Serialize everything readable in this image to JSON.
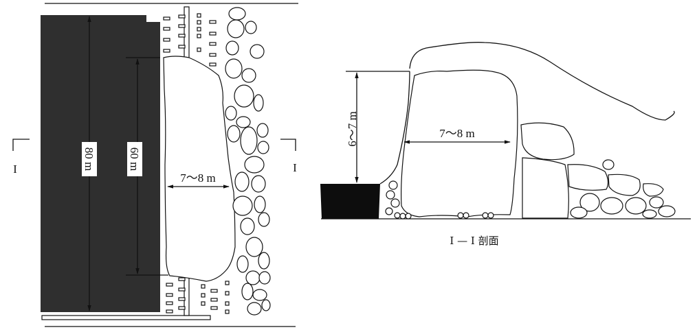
{
  "plan_view": {
    "label_80m": "80 m",
    "label_60m": "60 m",
    "label_width": "7～8 m",
    "section_mark_left": "I",
    "section_mark_right": "I"
  },
  "section_view": {
    "label_height": "6～7 m",
    "label_width": "7～8 m",
    "caption": "I — I 剖面"
  },
  "colors": {
    "coal": "#2a2a2a",
    "line": "#111111"
  }
}
